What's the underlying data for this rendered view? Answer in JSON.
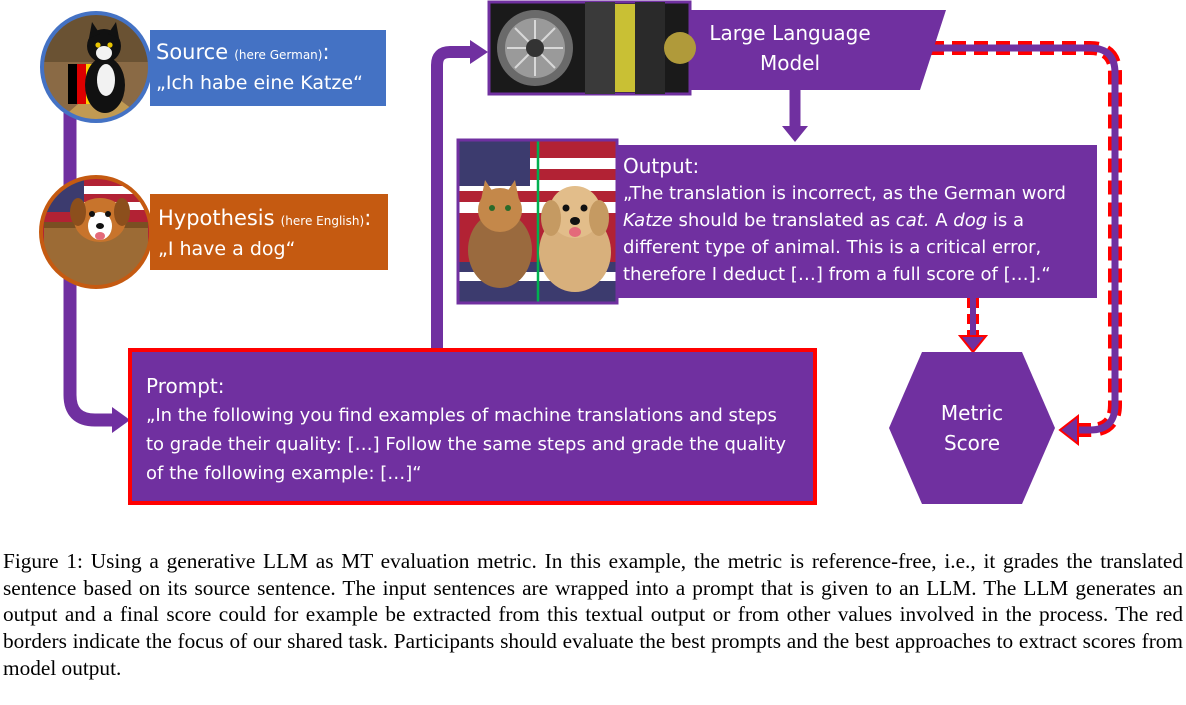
{
  "source": {
    "title": "Source",
    "note": "(here German)",
    "colon": ":",
    "text": "„Ich habe eine Katze“"
  },
  "hypothesis": {
    "title": "Hypothesis",
    "note": "(here English)",
    "colon": ":",
    "text": "„I have a dog“"
  },
  "llm": {
    "line1": "Large Language",
    "line2": "Model"
  },
  "output": {
    "title": "Output:",
    "text_1": "„The translation is incorrect, as the German word ",
    "text_italic_1": "Katze",
    "text_2": " should be translated as ",
    "text_italic_2": "cat.",
    "text_3": " A ",
    "text_italic_3": "dog",
    "text_4": " is a different type of animal. This is a critical error, therefore I deduct […] from a full score of […].“"
  },
  "prompt": {
    "title": "Prompt:",
    "text": "„In the following you find examples of machine translations and steps to grade their quality: […] Follow the same steps and grade the quality of the following example: […]“"
  },
  "metric": {
    "line1": "Metric",
    "line2": "Score"
  },
  "caption": "Figure 1: Using a generative LLM as MT evaluation metric. In this example, the metric is reference-free, i.e., it grades the translated sentence based on its source sentence. The input sentences are wrapped into a prompt that is given to an LLM. The LLM generates an output and a final score could for example be extracted from this textual output or from other values involved in the process. The red borders indicate the focus of our shared task. Participants should evaluate the best prompts and the best approaches to extract scores from model output.",
  "colors": {
    "purple": "#7030a0",
    "blue": "#4472c4",
    "orange": "#c55a11",
    "red": "#ff0000"
  },
  "icons": [
    "cat-avatar-icon",
    "dog-avatar-icon",
    "gpu-image-icon",
    "cat-dog-flag-image-icon"
  ]
}
